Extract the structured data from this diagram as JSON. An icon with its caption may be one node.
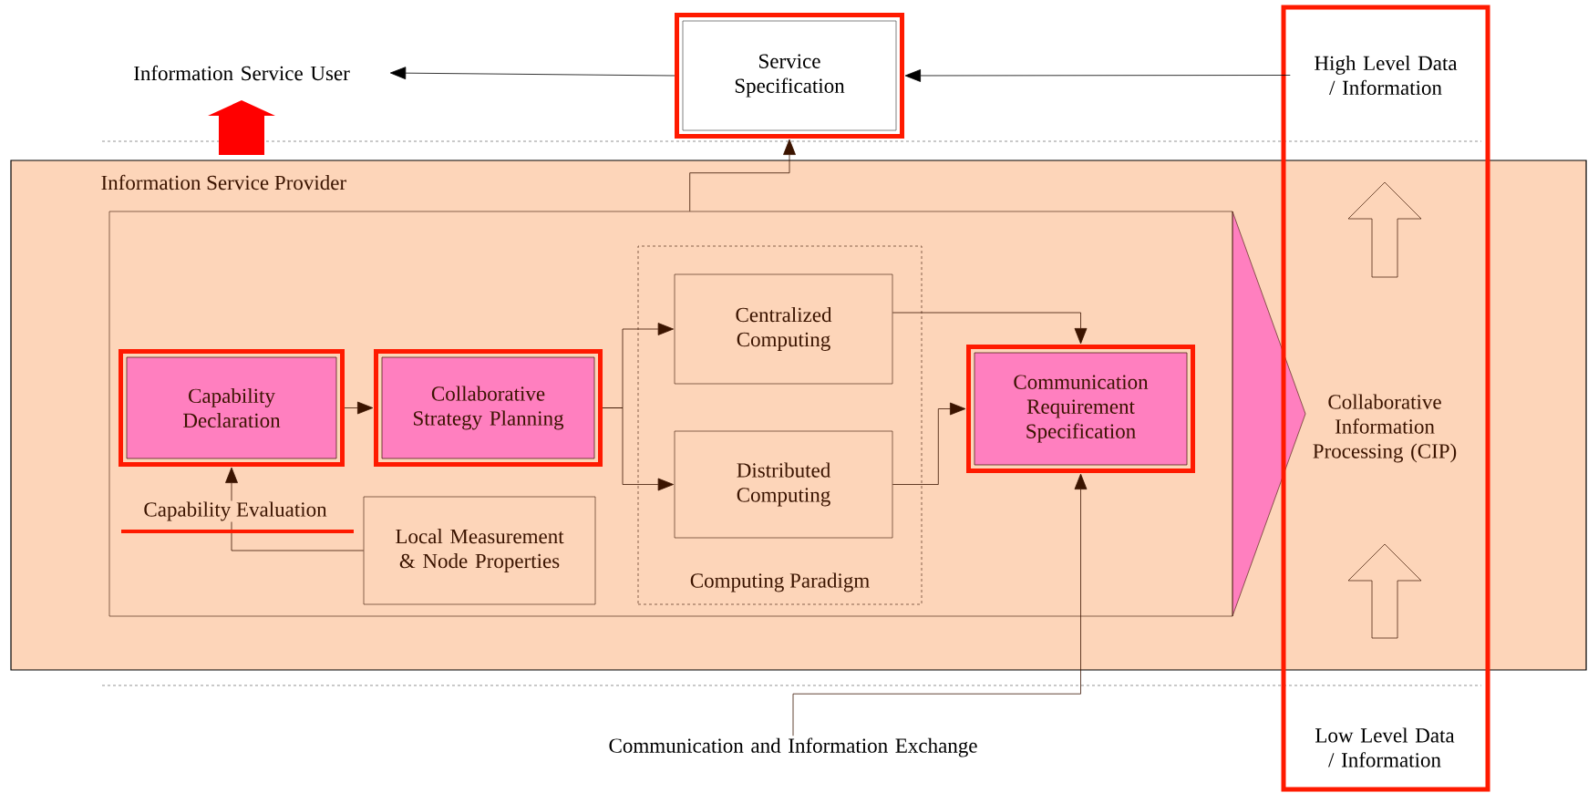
{
  "diagram": {
    "nodes": [
      {
        "text": [
          "Information Service Provider"
        ]
      },
      {
        "text": [],
        "shape": "box",
        "in": 0
      },
      {
        "text": [
          "Capability Declaration"
        ],
        "in": 1
      },
      {
        "text": [
          "Collaborative Strategy Planning"
        ],
        "in": 1
      },
      {
        "text": [
          "Computing Paradigm"
        ],
        "in": 1
      },
      {
        "text": [
          "Centralized Computing"
        ],
        "in": 4
      },
      {
        "text": [
          "Distributed Computing"
        ],
        "in": 4
      },
      {
        "text": [
          "Communication Requirement Specification"
        ],
        "in": 1
      },
      {
        "text": [
          "Local Measurement & Node Properties"
        ],
        "in": 1
      },
      {
        "text": [
          "Service Specification"
        ]
      },
      {
        "text": [
          "Information Service User"
        ]
      },
      {
        "text": [
          "High Level Data / Information"
        ]
      },
      {
        "text": [
          "Communication and Information Exchange"
        ]
      }
    ],
    "edges": [
      {
        "from": 9,
        "to": 10,
        "arrow": "to",
        "color": "#000000"
      },
      {
        "from": 11,
        "to": 9,
        "arrow": "to",
        "color": "#000000"
      },
      {
        "from": 1,
        "to": 9,
        "arrow": "to"
      },
      {
        "from": 2,
        "to": 3,
        "arrow": "to"
      },
      {
        "from": 3,
        "to": 5,
        "arrow": "to"
      },
      {
        "from": 3,
        "to": 6,
        "arrow": "to"
      },
      {
        "from": 5,
        "to": 7,
        "arrow": "to"
      },
      {
        "from": 6,
        "to": 7,
        "arrow": "to"
      },
      {
        "from": 8,
        "to": 2,
        "arrow": "to",
        "label": "Capability Evaluation"
      },
      {
        "from": 12,
        "to": 7,
        "arrow": "to"
      }
    ],
    "labels": [
      "Collaborative Information Processing (CIP)",
      "Low Level Data / Information"
    ]
  }
}
